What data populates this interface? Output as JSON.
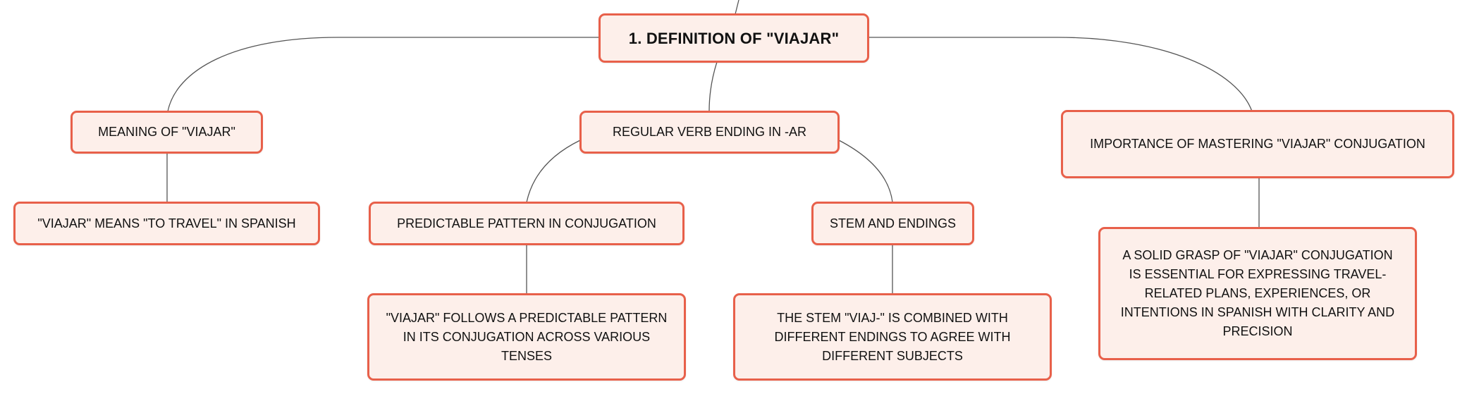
{
  "diagram": {
    "type": "mind-map",
    "colors": {
      "node_border": "#e8604a",
      "node_fill": "#fdefea",
      "link": "#555555",
      "text": "#111111"
    },
    "root": {
      "label": "1. DEFINITION OF \"VIAJAR\""
    },
    "branches": [
      {
        "label": "MEANING OF \"VIAJAR\"",
        "children": [
          {
            "label": "\"VIAJAR\" MEANS \"TO TRAVEL\" IN SPANISH"
          }
        ]
      },
      {
        "label": "REGULAR VERB ENDING IN -AR",
        "children": [
          {
            "label": "PREDICTABLE PATTERN IN CONJUGATION",
            "children": [
              {
                "label": "\"VIAJAR\" FOLLOWS A PREDICTABLE PATTERN IN ITS CONJUGATION ACROSS VARIOUS TENSES"
              }
            ]
          },
          {
            "label": "STEM AND ENDINGS",
            "children": [
              {
                "label": "THE STEM \"VIAJ-\" IS COMBINED WITH DIFFERENT ENDINGS TO AGREE WITH DIFFERENT SUBJECTS"
              }
            ]
          }
        ]
      },
      {
        "label": "IMPORTANCE OF MASTERING \"VIAJAR\" CONJUGATION",
        "children": [
          {
            "label": "A SOLID GRASP OF \"VIAJAR\" CONJUGATION IS ESSENTIAL FOR EXPRESSING TRAVEL-RELATED PLANS, EXPERIENCES, OR INTENTIONS IN SPANISH WITH CLARITY AND PRECISION"
          }
        ]
      }
    ]
  }
}
